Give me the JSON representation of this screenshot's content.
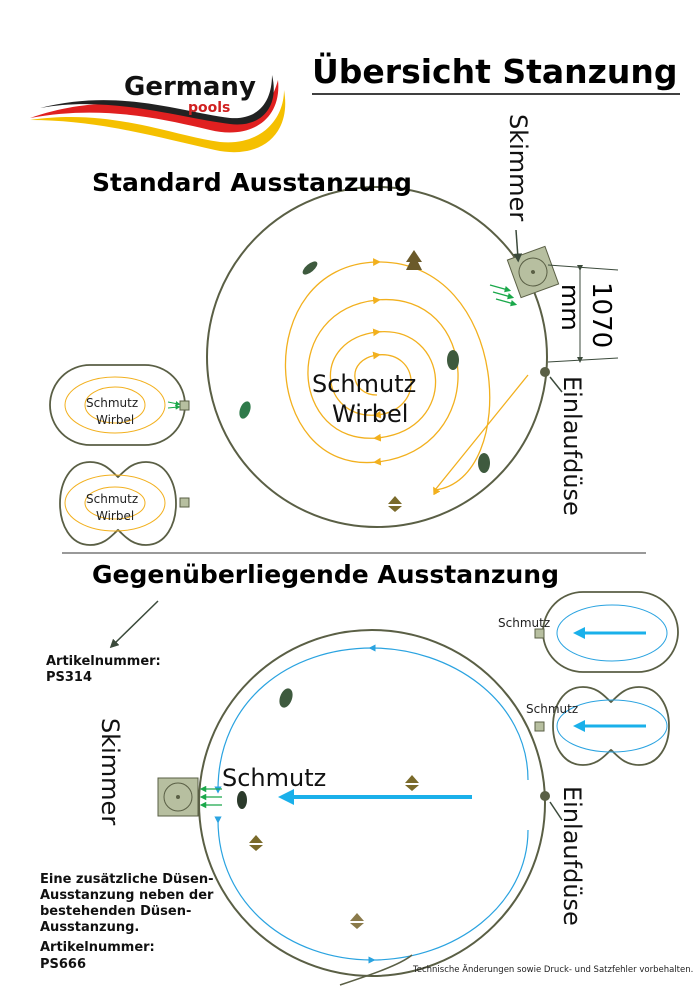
{
  "logo": {
    "brand": "Germany",
    "sub": "pools"
  },
  "title": "Übersicht Stanzung",
  "standard": {
    "heading": "Standard Ausstanzung",
    "skimmer_label": "Skimmer",
    "dimension": "1070",
    "dimension_unit": "mm",
    "center_label_1": "Schmutz",
    "center_label_2": "Wirbel",
    "inlet_label": "Einlaufdüse",
    "small_pool_label_1": "Schmutz",
    "small_pool_label_2": "Wirbel"
  },
  "opposite": {
    "heading": "Gegenüberliegende Ausstanzung",
    "article_label": "Artikelnummer:",
    "article_number": "PS314",
    "skimmer_label": "Skimmer",
    "center_label": "Schmutz",
    "inlet_label": "Einlaufdüse",
    "small_pool_label": "Schmutz",
    "note": "Eine zusätzliche Düsen-Ausstanzung neben der bestehenden Düsen-Ausstanzung.",
    "note_article_label": "Artikelnummer:",
    "note_article_number": "PS666"
  },
  "footer": "Technische Änderungen sowie Druck- und Satzfehler vorbehalten.",
  "colors": {
    "pool_outline": "#5a5f45",
    "swirl": "#f2b01e",
    "flow": "#2aa3e0",
    "arrow_green": "#1aa84a",
    "skimmer": "#b7bfa0"
  }
}
